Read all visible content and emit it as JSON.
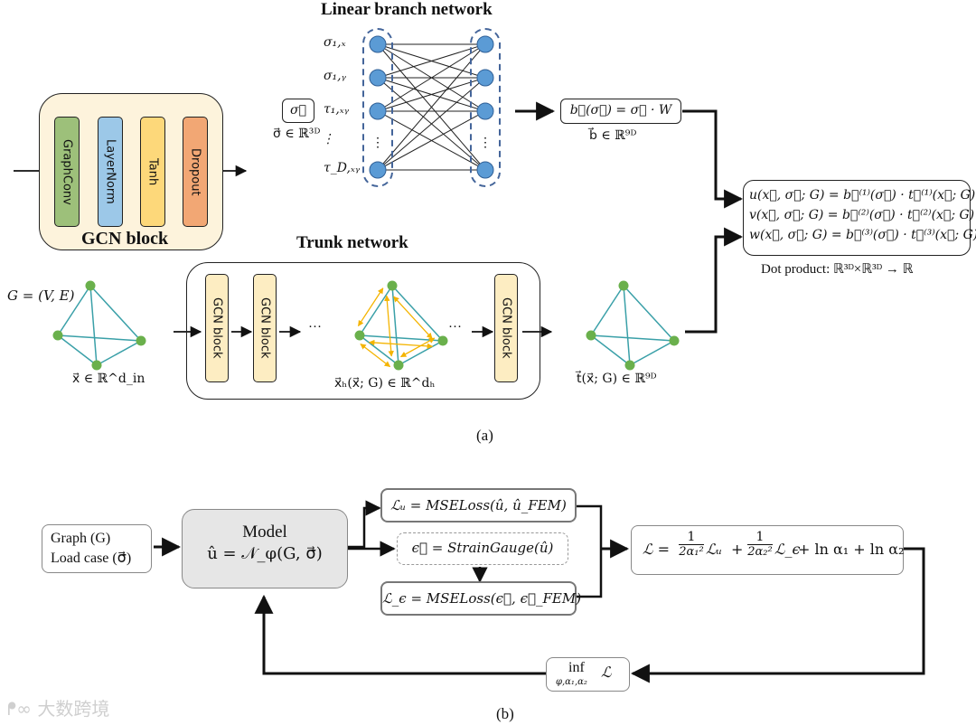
{
  "panel_a": {
    "caption": "(a)",
    "gcn_block": {
      "title": "GCN block",
      "layers": [
        {
          "label": "GraphConv",
          "color": "#9dc07a"
        },
        {
          "label": "LayerNorm",
          "color": "#9cc8e8"
        },
        {
          "label": "Tanh",
          "color": "#fdd87a"
        },
        {
          "label": "Dropout",
          "color": "#f2a774"
        }
      ]
    },
    "branch": {
      "title": "Linear branch network",
      "input_symbol": "σ⃗",
      "input_space": "σ⃗ ∈ ℝ³ᴰ",
      "input_labels": [
        "σ₁,ₓ",
        "σ₁,ᵧ",
        "τ₁,ₓᵧ",
        "⋮",
        "τ_D,ₓᵧ"
      ],
      "ellipsis": "⋮",
      "output_formula": "b⃗(σ⃗) = σ⃗ · W",
      "output_space": "b⃗ ∈ ℝ⁹ᴰ",
      "node_color": "#5b9bd5"
    },
    "trunk": {
      "title": "Trunk network",
      "graph_label": "G = (V, E)",
      "input_space": "x⃗ ∈ ℝ^d_in",
      "block_label": "GCN block",
      "ellipsis": "···",
      "hidden_space": "x⃗ₕ(x⃗; G) ∈ ℝ^dₕ",
      "output_space": "t⃗(x⃗; G) ∈ ℝ⁹ᴰ",
      "node_color": "#6ab04c",
      "edge_color": "#3aa0a8",
      "message_color": "#f4b400"
    },
    "output": {
      "equations": [
        "u(x⃗, σ⃗; G) = b⃗⁽¹⁾(σ⃗) · t⃗⁽¹⁾(x⃗; G)",
        "v(x⃗, σ⃗; G) = b⃗⁽²⁾(σ⃗) · t⃗⁽²⁾(x⃗; G)",
        "w(x⃗, σ⃗; G) = b⃗⁽³⁾(σ⃗) · t⃗⁽³⁾(x⃗; G)"
      ],
      "note": "Dot product: ℝ³ᴰ×ℝ³ᴰ → ℝ"
    }
  },
  "panel_b": {
    "caption": "(b)",
    "inputs": [
      "Graph (G)",
      "Load case (σ⃗)"
    ],
    "model": {
      "title": "Model",
      "formula": "û = 𝒩_φ(G, σ⃗)"
    },
    "loss_u": "ℒᵤ = MSELoss(û, û_FEM)",
    "strain": "ϵ⃗ = StrainGauge(û)",
    "loss_eps": "ℒ_ϵ = MSELoss(ϵ⃗, ϵ⃗_FEM)",
    "total_loss": {
      "lhs": "ℒ =",
      "frac1_num": "1",
      "frac1_den": "2α₁²",
      "term1": "ℒᵤ",
      "frac2_num": "1",
      "frac2_den": "2α₂²",
      "term2": "ℒ_ϵ",
      "tail": "+ ln α₁ + ln α₂"
    },
    "inf": {
      "op": "inf",
      "sub": "φ,α₁,α₂",
      "arg": "ℒ"
    }
  },
  "watermark": "大数跨境"
}
